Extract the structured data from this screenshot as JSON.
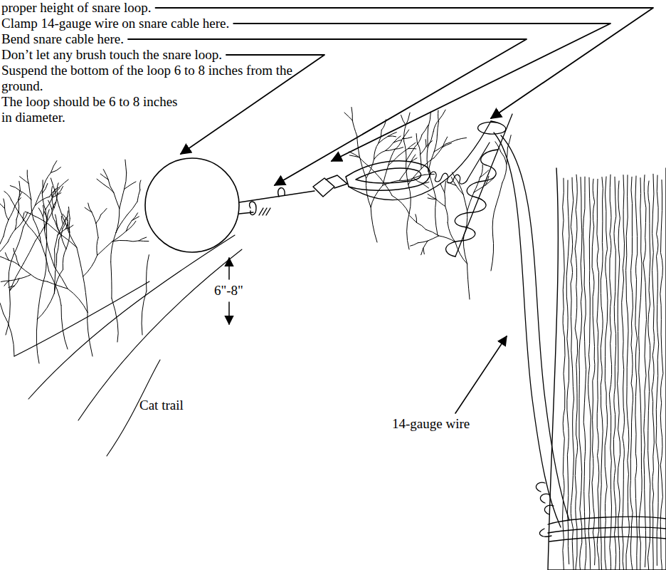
{
  "diagram": {
    "labels": [
      "proper height of snare loop.",
      "Clamp 14-gauge wire on snare cable here.",
      "Bend snare cable here.",
      "Don’t let any brush touch the snare loop.",
      "Suspend the bottom of the loop 6 to 8 inches from the ground.",
      "The loop should be 6 to 8 inches in diameter.",
      "6\"-8\"",
      "Cat trail",
      "14-gauge wire"
    ]
  }
}
